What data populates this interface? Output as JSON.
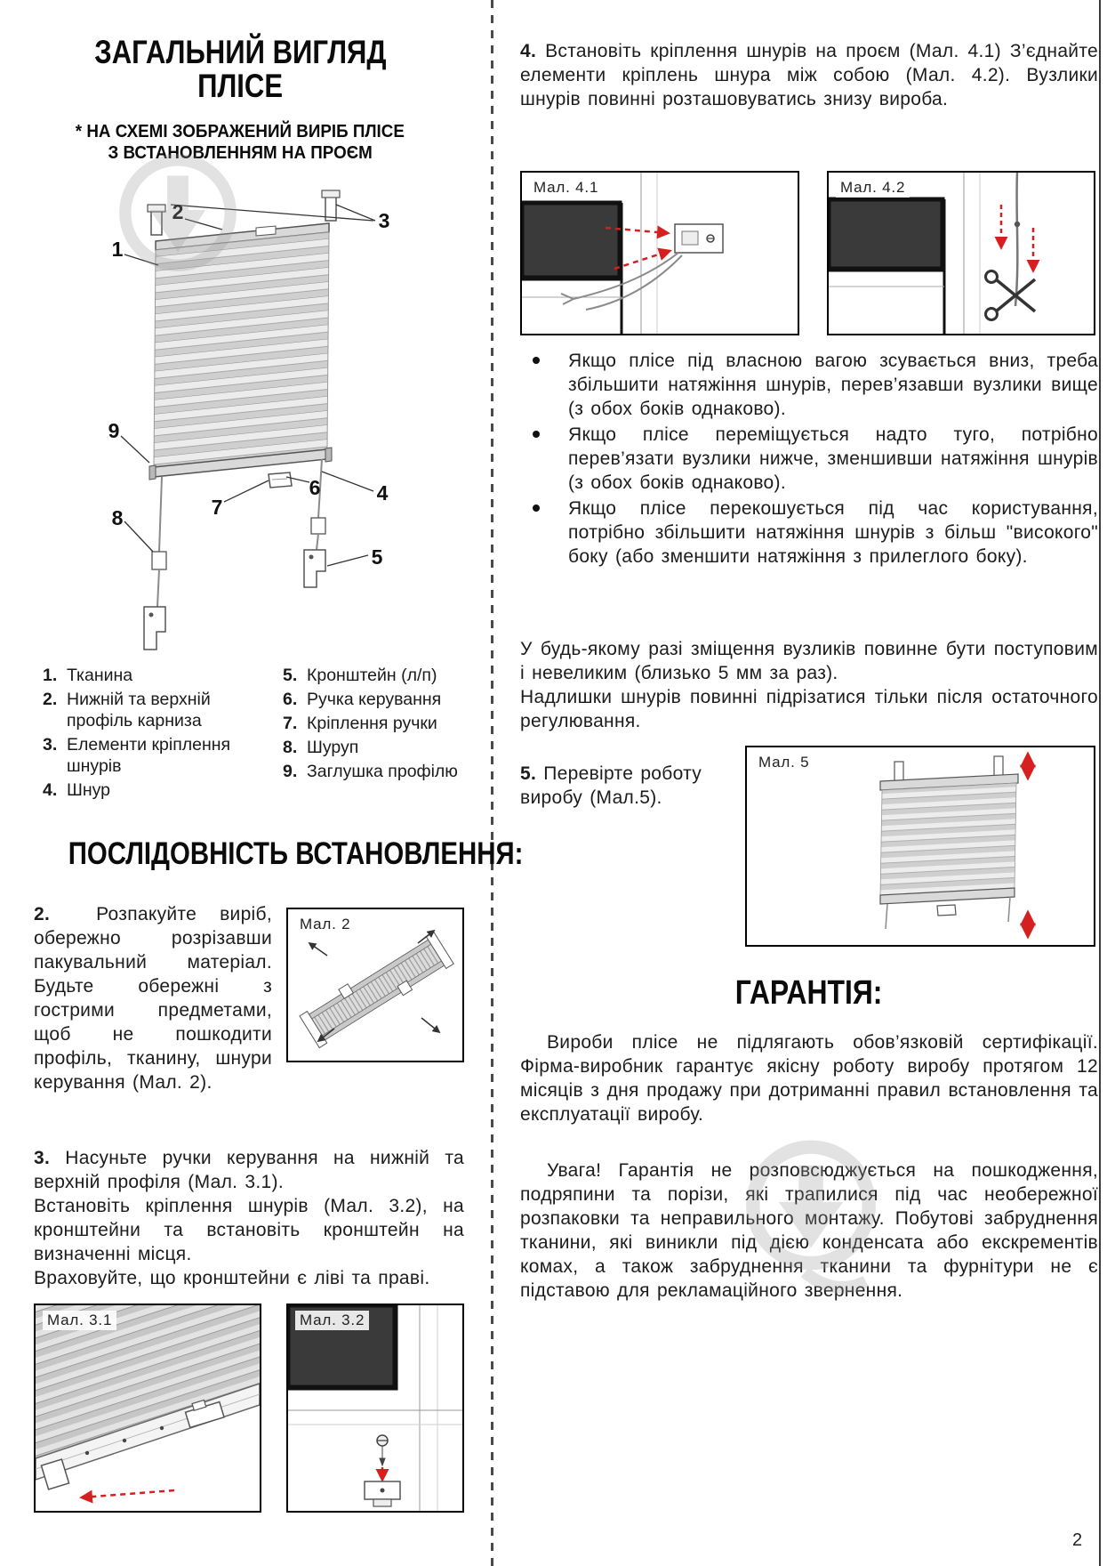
{
  "page": {
    "number": "2"
  },
  "left": {
    "title_line1": "ЗАГАЛЬНИЙ ВИГЛЯД",
    "title_line2": "ПЛІСЕ",
    "subtitle_line1": "* НА СХЕМІ ЗОБРАЖЕНИЙ ВИРІБ ПЛІСЕ",
    "subtitle_line2": "З ВСТАНОВЛЕННЯМ НА ПРОЄМ",
    "diagram_callouts": [
      "1",
      "2",
      "3",
      "4",
      "5",
      "6",
      "7",
      "8",
      "9"
    ],
    "legend_col1": [
      {
        "num": "1.",
        "text": "Тканина"
      },
      {
        "num": "2.",
        "text": "Нижній та верхній профіль карниза"
      },
      {
        "num": "3.",
        "text": "Елементи кріплення шнурів"
      },
      {
        "num": "4.",
        "text": "Шнур"
      }
    ],
    "legend_col2": [
      {
        "num": "5.",
        "text": "Кронштейн (л/п)"
      },
      {
        "num": "6.",
        "text": "Ручка керування"
      },
      {
        "num": "7.",
        "text": "Кріплення ручки"
      },
      {
        "num": "8.",
        "text": "Шуруп"
      },
      {
        "num": "9.",
        "text": "Заглушка профілю"
      }
    ],
    "section_title": "ПОСЛІДОВНІСТЬ ВСТАНОВЛЕННЯ:",
    "step2": {
      "num": "2.",
      "text": "Розпакуйте виріб, обережно розрізавши пакувальний матеріал. Будьте обережні з гострими предметами, щоб не пошкодити профіль, тканину, шнури керування (Мал. 2)."
    },
    "step3": {
      "num": "3.",
      "line1": "Насуньте ручки керування на нижній та верхній профіля (Мал. 3.1).",
      "line2": "Встановіть кріплення шнурів (Мал. 3.2), на кронштейни та встановіть кронштейн на визначенні місця.",
      "line3": "Враховуйте, що кронштейни є ліві та праві."
    },
    "figures": {
      "fig2": "Мал. 2",
      "fig31": "Мал. 3.1",
      "fig32": "Мал. 3.2"
    }
  },
  "right": {
    "step4": {
      "num": "4.",
      "text": "Встановіть кріплення шнурів на проєм (Мал. 4.1) З’єднайте елементи кріплень шнура між собою (Мал. 4.2). Вузлики шнурів повинні розташовуватись знизу вироба."
    },
    "figures": {
      "fig41": "Мал. 4.1",
      "fig42": "Мал. 4.2",
      "fig5": "Мал. 5"
    },
    "bullets": [
      "Якщо плісе під власною вагою зсувається вниз, треба збільшити натяжіння шнурів, перев’язавши вузлики вище (з обох боків однаково).",
      "Якщо плісе переміщується надто туго, потрібно перев’язати вузлики нижче, зменшивши натяжіння шнурів (з обох боків однаково).",
      "Якщо плісе перекошується під час користування, потрібно збільшити натяжіння шнурів з більш \"високого\" боку (або зменшити натяжіння з прилеглого боку)."
    ],
    "para1": "У будь-якому разі зміщення вузликів повинне бути поступовим і невеликим (близько 5 мм за раз).",
    "para2": "Надлишки шнурів повинні підрізатися тільки після остаточного регулювання.",
    "step5": {
      "num": "5.",
      "text": "Перевірте роботу виробу (Мал.5)."
    },
    "warranty_title": "ГАРАНТІЯ:",
    "warranty_p1": "Вироби плісе не підлягають обов’язковій сертифікації. Фірма-виробник гарантує якісну роботу виробу протягом 12 місяців з дня продажу при дотриманні правил встановлення та експлуатації виробу.",
    "warranty_p2": "Увага! Гарантія не розповсюджується на пошкодження, подряпини та порізи, які трапилися під час необережної розпаковки та неправильного монтажу. Побутові забруднення тканини, які виникли під дією конденсата або екскрементів комах, а також забруднення тканини та фурнітури не є підставою для рекламаційного звернення."
  }
}
